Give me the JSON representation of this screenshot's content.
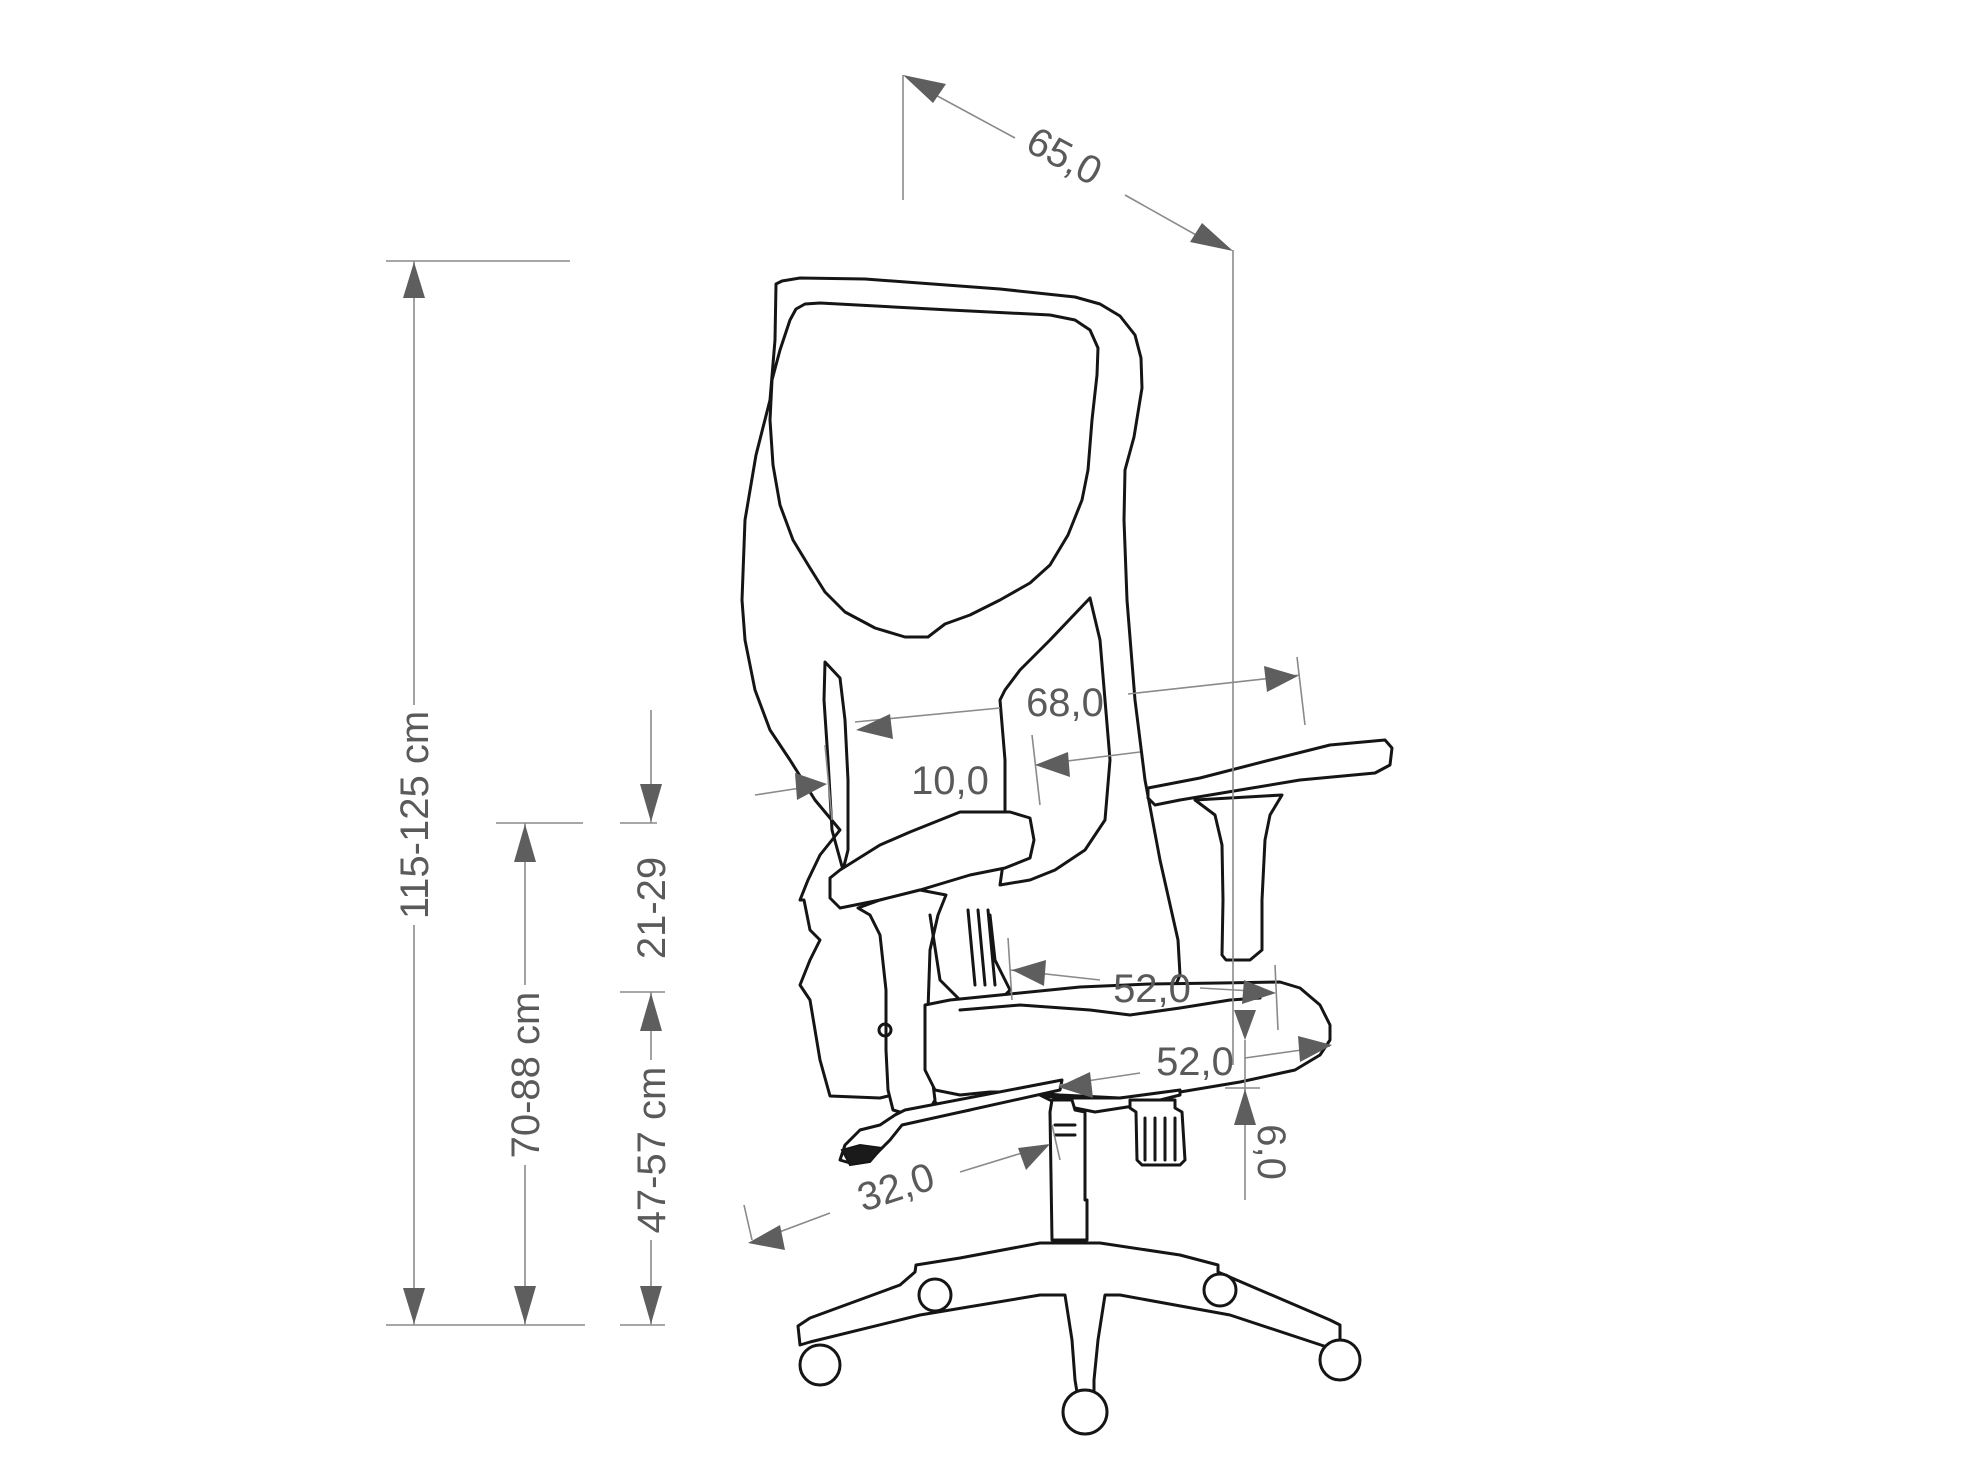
{
  "diagram": {
    "subject": "Office chair technical dimension drawing",
    "units": "cm",
    "colors": {
      "background": "#ffffff",
      "outline": "#151515",
      "dimension_line": "#8a8a8a",
      "dimension_text": "#5a5a5a",
      "arrowhead": "#5e5e5e"
    },
    "dimensions": {
      "depth_total": "65,0",
      "height_total": "115-125 cm",
      "armrest_height": "70-88 cm",
      "armrest_above_seat": "21-29",
      "seat_height": "47-57 cm",
      "armrest_width": "68,0",
      "backrest_thickness": "10,0",
      "seat_width": "52,0",
      "seat_depth": "52,0",
      "seat_thickness": "6,0",
      "base_radius": "32,0"
    }
  }
}
